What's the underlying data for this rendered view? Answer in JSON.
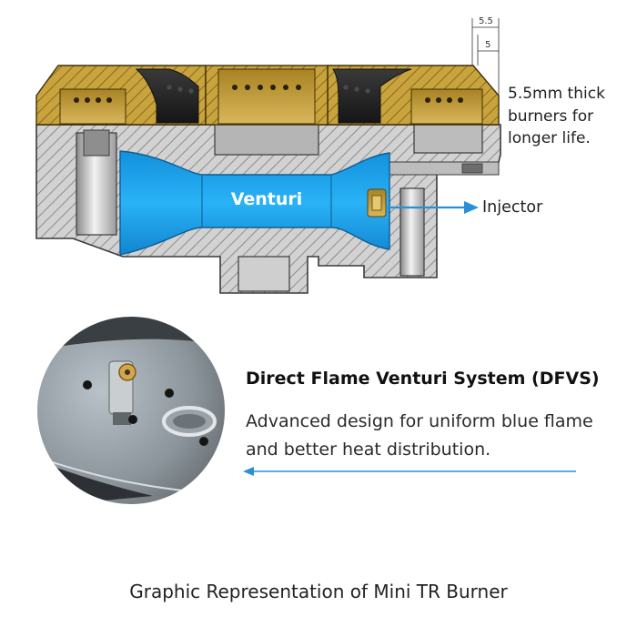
{
  "diagram": {
    "burner_note": "5.5mm thick burners for longer life.",
    "dimension_outer": "5.5",
    "dimension_inner": "5",
    "venturi_label": "Venturi",
    "injector_label": "Injector"
  },
  "dfvs": {
    "title": "Direct Flame Venturi System (DFVS)",
    "description": "Advanced design for uniform blue flame and better heat distribution."
  },
  "caption": "Graphic Representation of Mini TR Burner",
  "colors": {
    "venturi_blue": "#1ba3ee",
    "brass": "#c6a13f",
    "arrow_blue": "#2a8fd8",
    "body_gray": "#cfcfcf"
  }
}
